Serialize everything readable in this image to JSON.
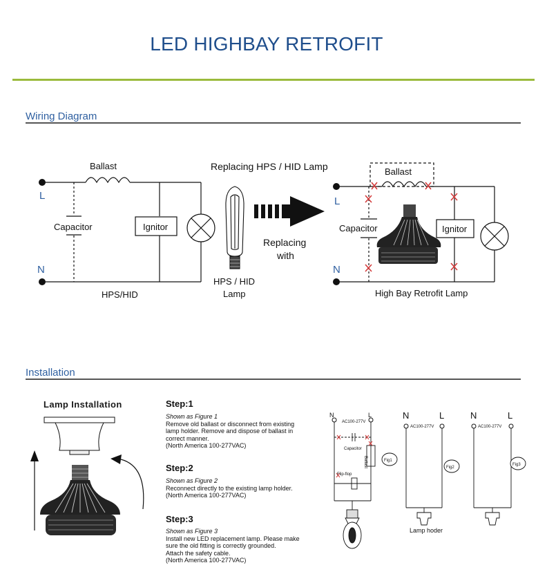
{
  "title": "LED HIGHBAY RETROFIT",
  "sections": {
    "wiring": "Wiring Diagram",
    "installation": "Installation"
  },
  "wiring_diagram": {
    "left": {
      "ballast": "Ballast",
      "capacitor": "Capacitor",
      "ignitor": "Ignitor",
      "line": "L",
      "neutral": "N",
      "caption": "HPS/HID"
    },
    "middle": {
      "heading": "Replacing HPS / HID Lamp",
      "lamp_label_1": "HPS / HID",
      "lamp_label_2": "Lamp",
      "replacing_1": "Replacing",
      "replacing_2": "with"
    },
    "right": {
      "ballast": "Ballast",
      "capacitor": "Capacitor",
      "ignitor": "Ignitor",
      "line": "L",
      "neutral": "N",
      "caption": "High Bay Retrofit Lamp"
    }
  },
  "installation": {
    "lamp_installation": "Lamp Installation",
    "steps": [
      {
        "title": "Step:1",
        "figure": "Shown as Figure 1",
        "lines": [
          "Remove old ballast or disconnect from existing",
          "lamp holder. Remove and dispose of ballast in",
          "correct manner.",
          "(North America 100-277VAC)"
        ]
      },
      {
        "title": "Step:2",
        "figure": "Shown as Figure 2",
        "lines": [
          "Reconnect directly to the existing lamp holder.",
          "(North America 100-277VAC)"
        ]
      },
      {
        "title": "Step:3",
        "figure": "Shown as Figure 3",
        "lines": [
          "Install new LED replacement lamp. Please make",
          "sure the old fitting is correctly grounded.",
          "Attach the safety cable.",
          "(North America 100-277VAC)"
        ]
      }
    ],
    "figures": {
      "fig1": "Fig1",
      "fig2": "Fig2",
      "fig3": "Fig3",
      "n": "N",
      "l": "L",
      "voltage": "AC100-277V",
      "capacitor": "Capacitor",
      "ballast": "Ballast",
      "flip_flop": "Flip-flop",
      "lamp_holder": "Lamp hoder"
    }
  },
  "colors": {
    "title": "#1f4e8c",
    "section": "#2e5fa0",
    "accent_rule": "#9bbb3c",
    "cut_mark": "#d23a3a"
  }
}
